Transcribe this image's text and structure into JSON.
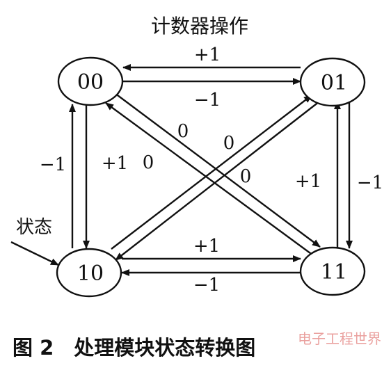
{
  "diagram": {
    "top_title": "计数器操作",
    "input_label": "状态",
    "caption": "图 2　处理模块状态转换图",
    "watermark": "电子工程世界",
    "nodes": {
      "n00": "00",
      "n01": "01",
      "n10": "10",
      "n11": "11"
    },
    "edge_labels": {
      "top_plus": "+1",
      "top_minus": "−1",
      "left_minus": "−1",
      "left_plus": "+1",
      "right_plus": "+1",
      "right_minus": "−1",
      "bottom_plus": "+1",
      "bottom_minus": "−1",
      "diag_zero_1": "0",
      "diag_zero_2": "0",
      "diag_zero_3": "0",
      "diag_zero_4": "0"
    }
  }
}
